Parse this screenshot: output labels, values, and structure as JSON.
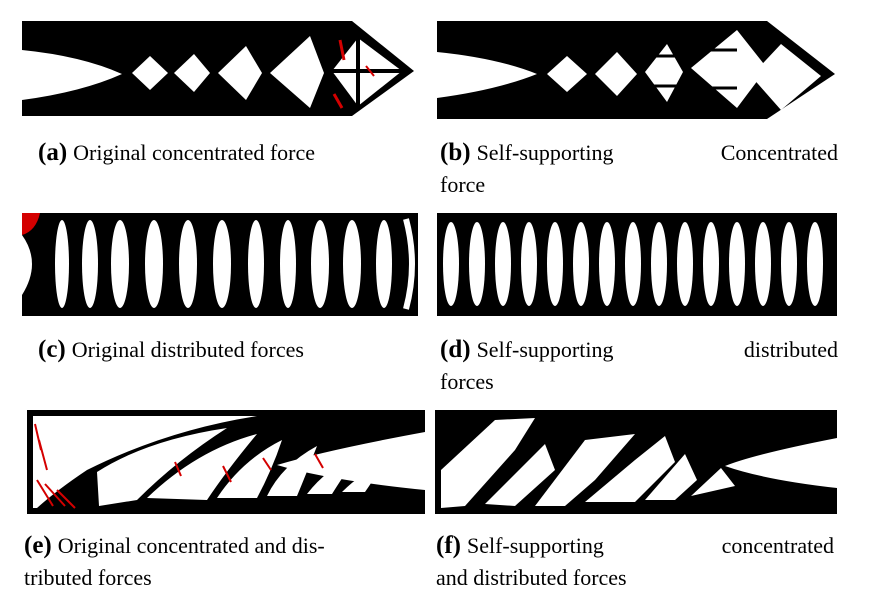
{
  "panels": [
    {
      "id": "a",
      "label": "(a)",
      "line1": "Original concentrated force",
      "line2": ""
    },
    {
      "id": "b",
      "label": "(b)",
      "line1a": "Self-supporting",
      "line1b": "Concentrated",
      "line2": "force"
    },
    {
      "id": "c",
      "label": "(c)",
      "line1": "Original distributed forces",
      "line2": ""
    },
    {
      "id": "d",
      "label": "(d)",
      "line1a": "Self-supporting",
      "line1b": "distributed",
      "line2": "forces"
    },
    {
      "id": "e",
      "label": "(e)",
      "line1a": "Original concentrated and dis-",
      "line1b": "",
      "line2": "tributed forces"
    },
    {
      "id": "f",
      "label": "(f)",
      "line1a": "Self-supporting",
      "line1b": "concentrated",
      "line2": "and distributed forces"
    }
  ],
  "colors": {
    "material": "#000000",
    "void": "#ffffff",
    "overhang": "#d40000"
  }
}
